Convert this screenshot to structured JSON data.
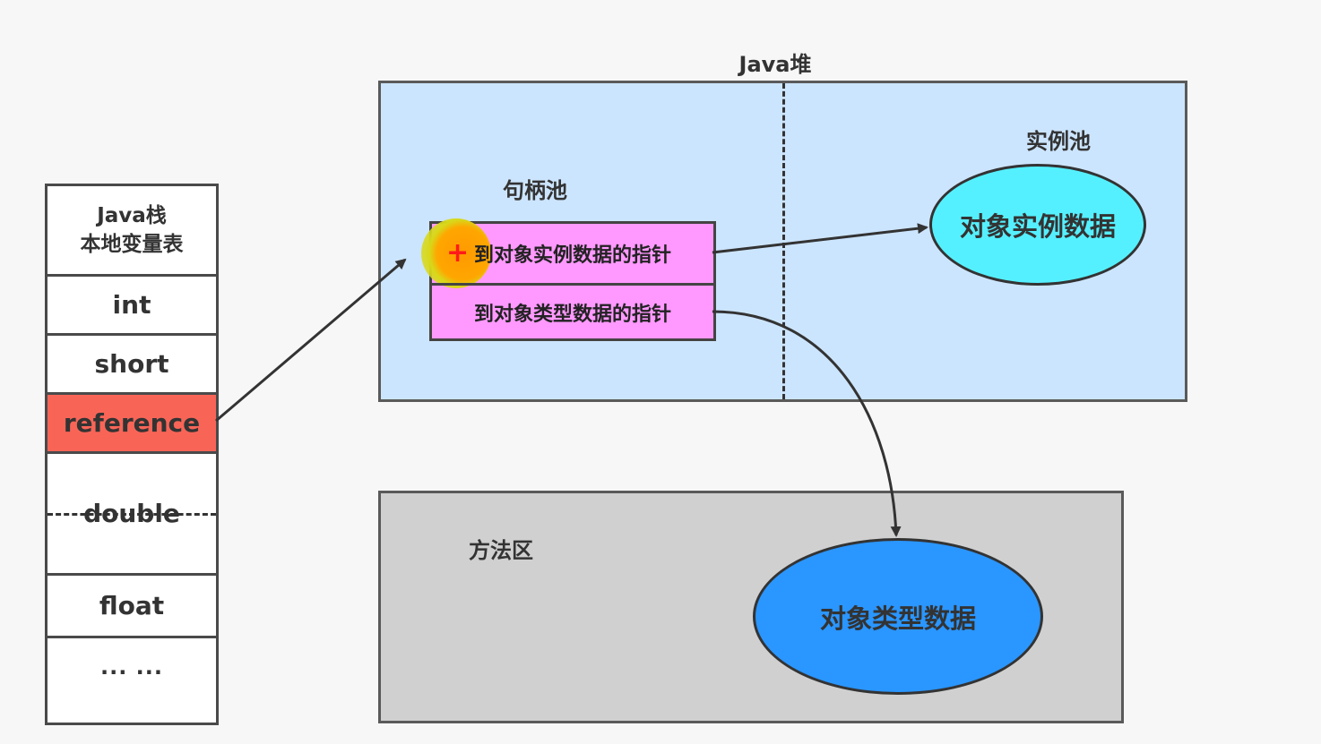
{
  "stack": {
    "title_line1": "Java栈",
    "title_line2": "本地变量表",
    "cells": [
      "int",
      "short",
      "reference",
      "double",
      "float",
      "... ..."
    ]
  },
  "heap": {
    "title": "Java堆",
    "handle_pool_label": "句柄池",
    "instance_pool_label": "实例池",
    "handle_rows": [
      "到对象实例数据的指针",
      "到对象类型数据的指针"
    ],
    "instance_data": "对象实例数据"
  },
  "method_area": {
    "label": "方法区",
    "type_data": "对象类型数据"
  },
  "colors": {
    "background": "#f7f7f7",
    "heap_fill": "#cce5fe",
    "method_area_fill": "#d0d0d0",
    "reference_cell": "#f86557",
    "handle_fill": "#ff99ff",
    "instance_oval": "#55f0ff",
    "type_oval": "#2a96ff",
    "cursor_highlight": "#ffa600",
    "cursor_plus": "#ff1a1a"
  },
  "icons": {
    "cursor": "plus-icon"
  }
}
